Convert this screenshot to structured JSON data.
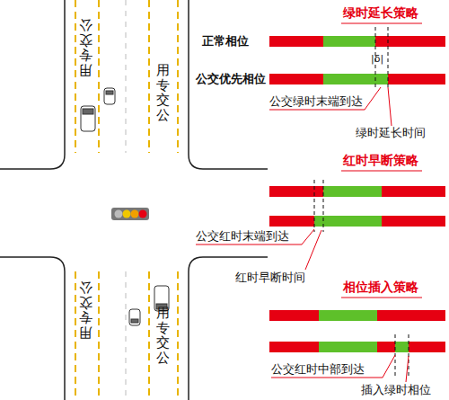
{
  "diagram": {
    "labels": [
      "用专交公",
      "用专交公",
      "用专交公",
      "用专交公",
      "绿时延长策略",
      "正常相位",
      "公交优先相位",
      "|δ|",
      "公交绿时末端到达",
      "绿时延长时间",
      "红时早断策略",
      "公交红时末端到达",
      "红时早断时间",
      "相位插入策略",
      "公交红时中部到达",
      "插入绿时相位"
    ]
  }
}
